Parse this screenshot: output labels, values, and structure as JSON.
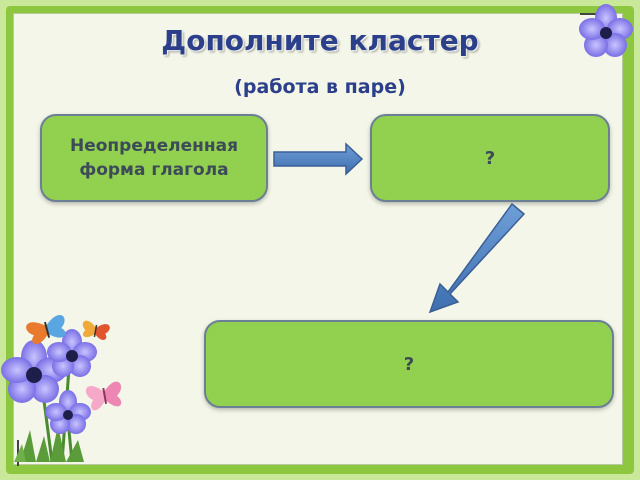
{
  "slide": {
    "title": "Дополните кластер",
    "subtitle": "(работа в паре)"
  },
  "cluster": {
    "nodes": [
      {
        "id": "start",
        "label": "Неопределенная форма глагола"
      },
      {
        "id": "q1",
        "label": "?"
      },
      {
        "id": "q2",
        "label": "?"
      }
    ]
  },
  "colors": {
    "frame": "#8dc63f",
    "background": "#f3f6e8",
    "box_fill": "#92d050",
    "box_border": "#6b7f95",
    "arrow": "#4f81bd",
    "title_text": "#2b3f8a"
  },
  "decorations": [
    "anemone-flower-icon",
    "butterfly-icon"
  ]
}
